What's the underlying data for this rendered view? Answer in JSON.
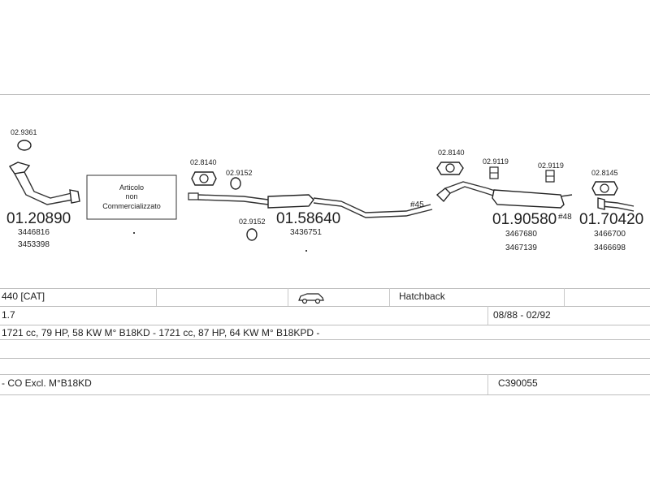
{
  "diagram": {
    "codes": {
      "clamp_front": "02.9361",
      "gasket_a": "02.8140",
      "ring_top": "02.9152",
      "ring_bottom": "02.9152",
      "gasket_b": "02.8140",
      "clamp_rear_a": "02.9119",
      "clamp_rear_b": "02.9119",
      "clamp_tail": "02.8145"
    },
    "parts": {
      "front_pipe": {
        "number": "01.20890",
        "oe": [
          "3446816",
          "3453398"
        ]
      },
      "middle": {
        "number": "01.58640",
        "oe": [
          "3436751"
        ]
      },
      "rear": {
        "number": "01.90580",
        "oe": [
          "3467680",
          "3467139"
        ]
      },
      "tail": {
        "number": "01.70420",
        "oe": [
          "3466700",
          "3466698"
        ]
      }
    },
    "labels": {
      "hash45": "#45",
      "hash48": "#48"
    },
    "note_box": [
      "Articolo",
      "non",
      "Commercializzato"
    ]
  },
  "table": {
    "row1": {
      "model": "440  [CAT]",
      "body": "Hatchback"
    },
    "row2": {
      "engine": "1.7",
      "period": "08/88 - 02/92"
    },
    "row3": {
      "spec": "1721 cc, 79 HP, 58 KW M° B18KD - 1721 cc, 87 HP, 64 KW M° B18KPD -"
    },
    "row4": {
      "note": "- CO Excl. M°B18KD",
      "code": "C390055"
    }
  }
}
